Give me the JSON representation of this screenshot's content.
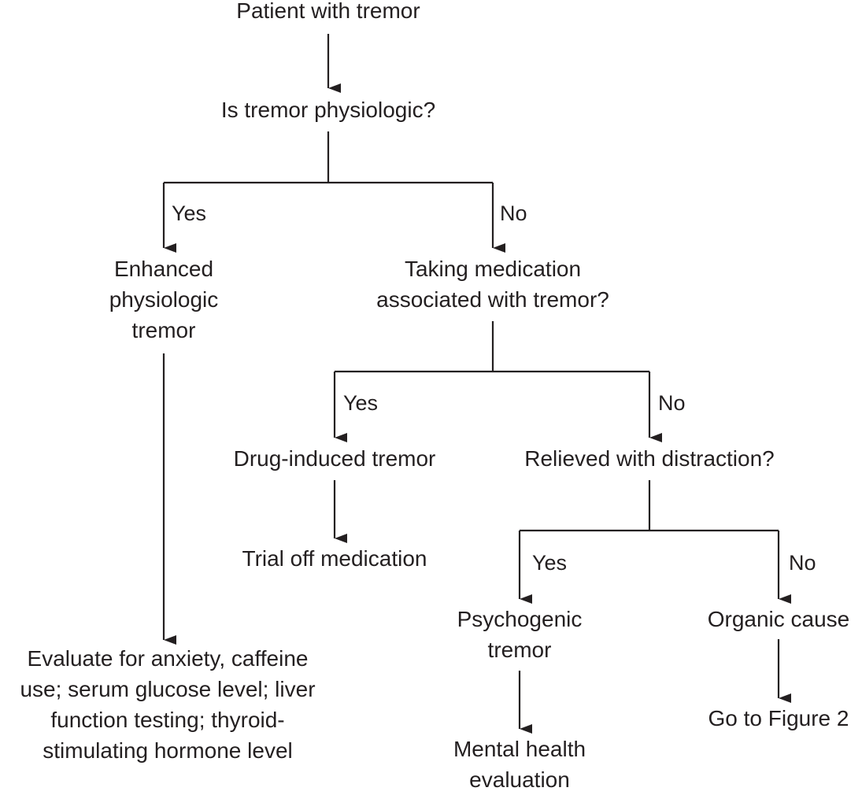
{
  "nodes": {
    "start": {
      "text": "Patient with tremor"
    },
    "physiologic_question": {
      "text": "Is tremor physiologic?"
    },
    "enhanced_physiologic": {
      "lines": [
        "Enhanced",
        "physiologic",
        "tremor"
      ]
    },
    "medication_question": {
      "lines": [
        "Taking medication",
        "associated with tremor?"
      ]
    },
    "drug_induced": {
      "text": "Drug-induced tremor"
    },
    "trial_off": {
      "text": "Trial off medication"
    },
    "distraction_question": {
      "text": "Relieved with distraction?"
    },
    "psychogenic": {
      "lines": [
        "Psychogenic",
        "tremor"
      ]
    },
    "organic": {
      "text": "Organic cause"
    },
    "mental_health": {
      "lines": [
        "Mental health",
        "evaluation"
      ]
    },
    "figure2": {
      "text": "Go to Figure 2"
    },
    "evaluate": {
      "lines": [
        "Evaluate for anxiety, caffeine",
        "use; serum glucose level; liver",
        "function testing; thyroid-",
        "stimulating hormone level"
      ]
    }
  },
  "edge_labels": {
    "physiologic_yes": "Yes",
    "physiologic_no": "No",
    "medication_yes": "Yes",
    "medication_no": "No",
    "distraction_yes": "Yes",
    "distraction_no": "No"
  },
  "colors": {
    "line": "#231f20",
    "text": "#231f20",
    "background": "#ffffff"
  }
}
